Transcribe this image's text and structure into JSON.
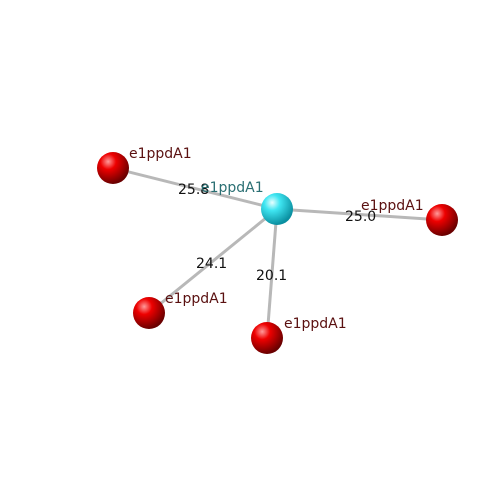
{
  "colors": {
    "center_node": "#20d8e8",
    "outer_node": "#e00000",
    "center_label": "#2a6f73",
    "outer_label": "#5a1010",
    "edge": "#b8b8b8",
    "edge_label": "#111111",
    "background": "#ffffff"
  },
  "center": {
    "label": "e1ppdA1"
  },
  "neighbors": [
    {
      "label": "e1ppdA1",
      "distance": "25.8"
    },
    {
      "label": "e1ppdA1",
      "distance": "25.0"
    },
    {
      "label": "e1ppdA1",
      "distance": "24.1"
    },
    {
      "label": "e1ppdA1",
      "distance": "20.1"
    }
  ]
}
